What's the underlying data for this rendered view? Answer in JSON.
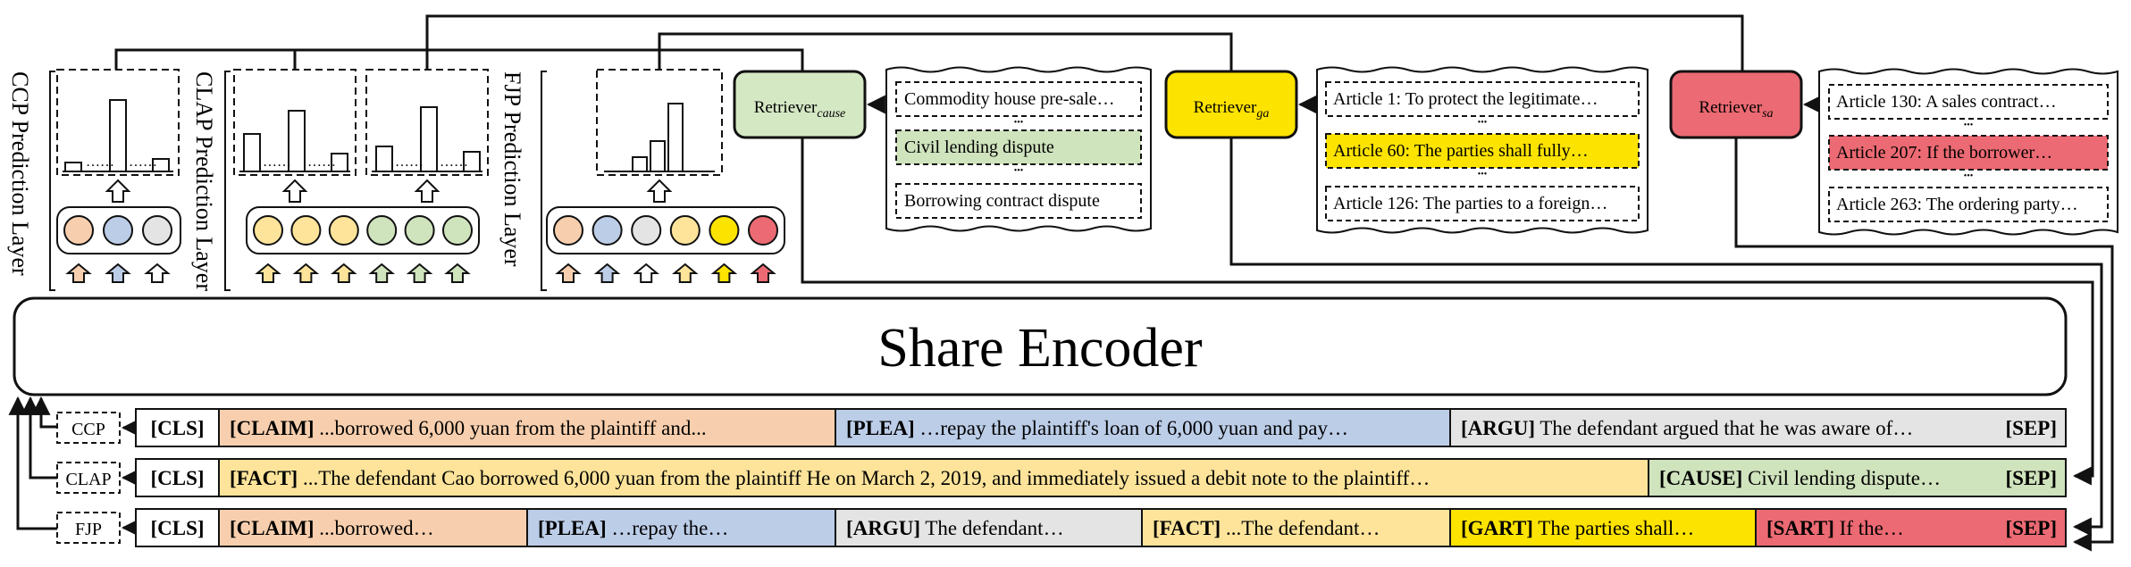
{
  "layers": {
    "ccp": "CCP Prediction Layer",
    "clap": "CLAP Prediction Layer",
    "fjp": "FJP Prediction Layer"
  },
  "retrievers": [
    {
      "base": "Retriever",
      "sub": "cause",
      "color": "#d5e8c4"
    },
    {
      "base": "Retriever",
      "sub": "ga",
      "color": "#fde300"
    },
    {
      "base": "Retriever",
      "sub": "sa",
      "color": "#ec6a73"
    }
  ],
  "candidates": {
    "cause": [
      "Commodity house pre-sale…",
      "Civil lending dispute",
      "Borrowing contract dispute"
    ],
    "ga": [
      "Article 1: To protect the legitimate…",
      "Article 60: The parties shall fully…",
      "Article 126: The parties to a foreign…"
    ],
    "sa": [
      "Article 130: A sales contract…",
      "Article 207: If the borrower…",
      "Article 263: The ordering party…"
    ]
  },
  "ellipsis": "•••",
  "encoder": "Share Encoder",
  "tasks": [
    "CCP",
    "CLAP",
    "FJP"
  ],
  "rows": {
    "ccp": [
      {
        "tag": "[CLS]",
        "text": "",
        "color": "#ffffff"
      },
      {
        "tag": "[CLAIM]",
        "text": " ...borrowed 6,000 yuan from the plaintiff and...",
        "color": "#f8cfae"
      },
      {
        "tag": "[PLEA]",
        "text": " …repay the plaintiff's loan of 6,000 yuan and pay…",
        "color": "#bccde8"
      },
      {
        "tag": "[ARGU]",
        "text": " The defendant argued that he was aware of…",
        "end": " [SEP]",
        "color": "#e4e4e4"
      }
    ],
    "clap": [
      {
        "tag": "[CLS]",
        "text": "",
        "color": "#ffffff"
      },
      {
        "tag": "[FACT]",
        "text": " ...The defendant Cao borrowed 6,000 yuan from the plaintiff He on March 2, 2019, and immediately issued a debit note to the plaintiff…",
        "color": "#fde49a"
      },
      {
        "tag": "[CAUSE]",
        "text": " Civil lending dispute…",
        "end": " [SEP]",
        "color": "#cfe3bd"
      }
    ],
    "fjp": [
      {
        "tag": "[CLS]",
        "text": "",
        "color": "#ffffff"
      },
      {
        "tag": "[CLAIM]",
        "text": " ...borrowed…",
        "color": "#f8cfae"
      },
      {
        "tag": "[PLEA]",
        "text": " …repay the…",
        "color": "#bccde8"
      },
      {
        "tag": "[ARGU]",
        "text": " The defendant…",
        "color": "#e4e4e4"
      },
      {
        "tag": "[FACT]",
        "text": " ...The defendant…",
        "color": "#fde49a"
      },
      {
        "tag": "[GART]",
        "text": " The parties shall…",
        "color": "#fde300"
      },
      {
        "tag": "[SART]",
        "text": " If the…",
        "end": " [SEP]",
        "color": "#ec6a73"
      }
    ]
  },
  "prediction": {
    "ccp": {
      "circles": [
        "#f8cfae",
        "#bccde8",
        "#e4e4e4"
      ],
      "arrows": [
        "#f8cfae",
        "#bccde8",
        "#ffffff"
      ]
    },
    "clap": {
      "circles": [
        "#fde49a",
        "#fde49a",
        "#fde49a",
        "#cfe3bd",
        "#cfe3bd",
        "#cfe3bd"
      ],
      "arrows": [
        "#fde49a",
        "#fde49a",
        "#fde49a",
        "#cfe3bd",
        "#cfe3bd",
        "#cfe3bd"
      ]
    },
    "fjp": {
      "circles": [
        "#f8cfae",
        "#bccde8",
        "#e4e4e4",
        "#fde49a",
        "#fde300",
        "#ec6a73"
      ],
      "arrows": [
        "#f8cfae",
        "#bccde8",
        "#ffffff",
        "#fde49a",
        "#fde300",
        "#ec6a73"
      ]
    }
  },
  "colors": {
    "candidate_highlight_cause": "#cfe3bd",
    "candidate_highlight_ga": "#fde300",
    "candidate_highlight_sa": "#ec6a73"
  }
}
